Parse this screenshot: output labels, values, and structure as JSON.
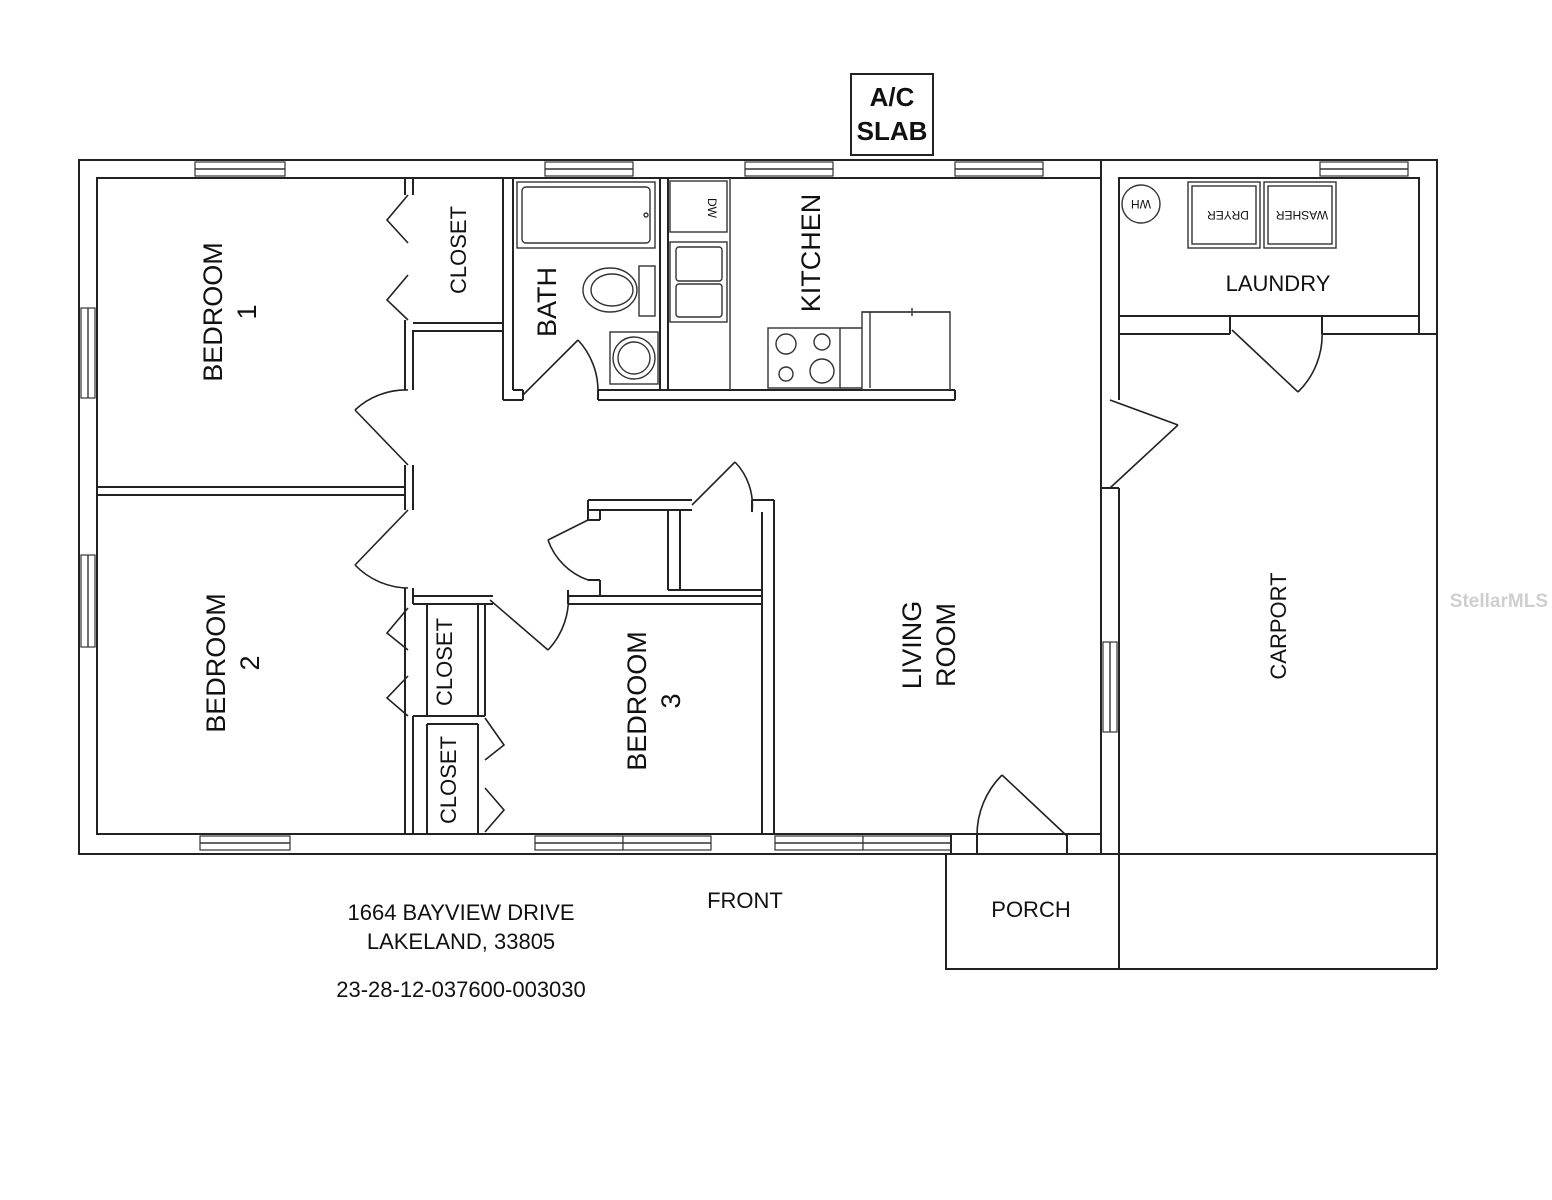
{
  "labels": {
    "ac_line1": "A/C",
    "ac_line2": "SLAB",
    "bedroom1_line1": "BEDROOM",
    "bedroom1_line2": "1",
    "bedroom2_line1": "BEDROOM",
    "bedroom2_line2": "2",
    "bedroom3_line1": "BEDROOM",
    "bedroom3_line2": "3",
    "closet": "CLOSET",
    "bath": "BATH",
    "kitchen": "KITCHEN",
    "dishwasher": "DW",
    "water_heater": "WH",
    "dryer": "DRYER",
    "washer": "WASHER",
    "laundry": "LAUNDRY",
    "living_line1": "LIVING",
    "living_line2": "ROOM",
    "carport": "CARPORT",
    "front": "FRONT",
    "porch": "PORCH"
  },
  "address": {
    "street": "1664 BAYVIEW DRIVE",
    "city": "LAKELAND, 33805",
    "parcel_id": "23-28-12-037600-003030"
  },
  "watermark": "StellarMLS"
}
